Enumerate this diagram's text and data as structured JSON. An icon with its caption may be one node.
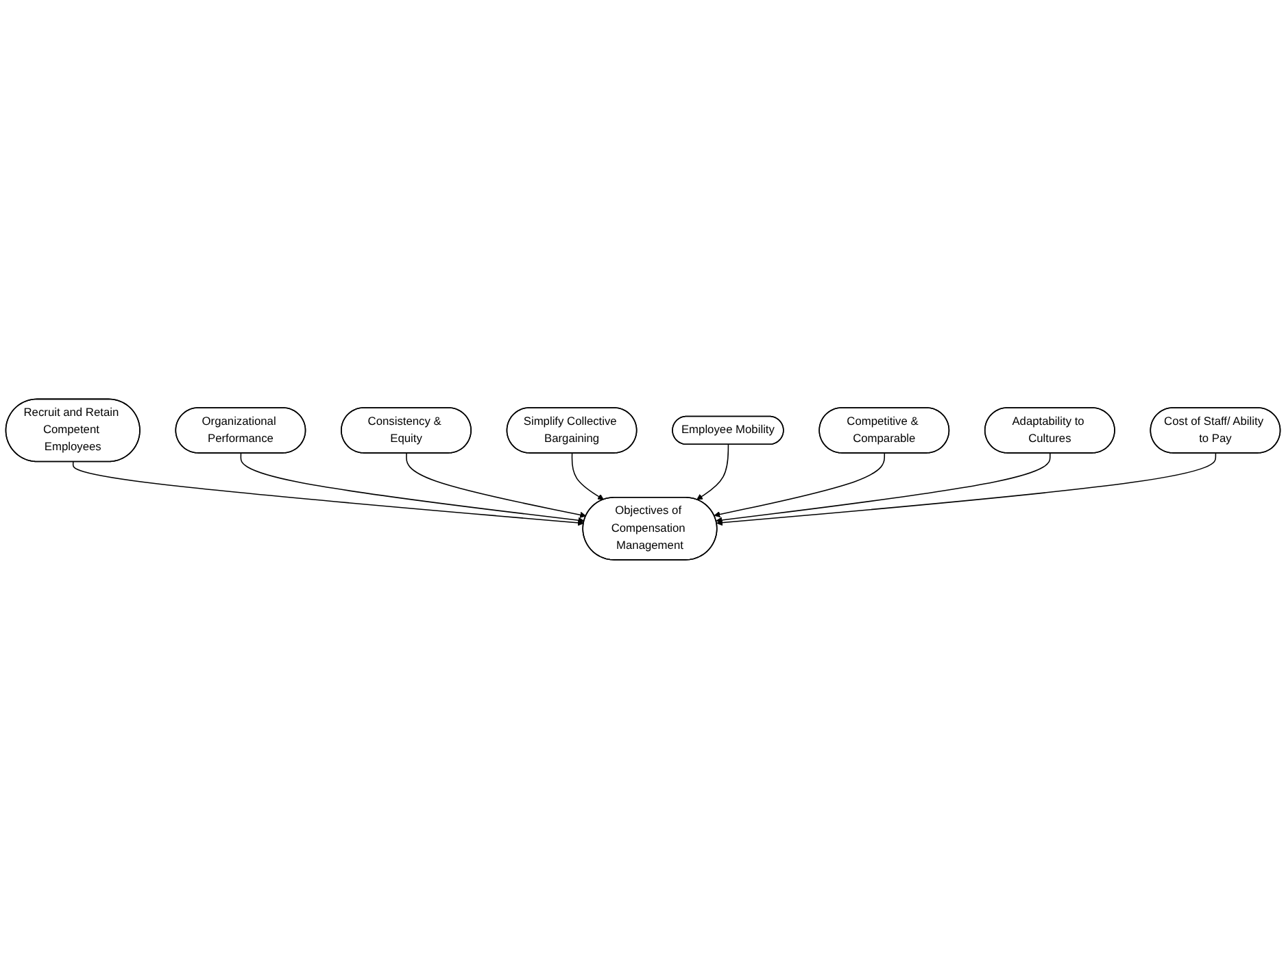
{
  "diagram": {
    "nodes": [
      {
        "text": [
          "Recruit and Retain Competent Employees"
        ]
      },
      {
        "text": [
          "Organizational Performance"
        ]
      },
      {
        "text": [
          "Consistency & Equity"
        ]
      },
      {
        "text": [
          "Simplify Collective Bargaining"
        ]
      },
      {
        "text": [
          "Objectives of Compensation Management"
        ]
      },
      {
        "text": [
          "Employee Mobility"
        ]
      },
      {
        "text": [
          "Competitive & Comparable"
        ]
      },
      {
        "text": [
          "Adaptability to Cultures"
        ]
      },
      {
        "text": [
          "Cost of Staff/ Ability to Pay"
        ]
      }
    ],
    "edges": [
      {
        "from": 0,
        "to": 4,
        "arrow": "to"
      },
      {
        "from": 1,
        "to": 4,
        "arrow": "to"
      },
      {
        "from": 2,
        "to": 4,
        "arrow": "to"
      },
      {
        "from": 3,
        "to": 4,
        "arrow": "to"
      },
      {
        "from": 5,
        "to": 4,
        "arrow": "to"
      },
      {
        "from": 6,
        "to": 4,
        "arrow": "to"
      },
      {
        "from": 7,
        "to": 4,
        "arrow": "to"
      },
      {
        "from": 8,
        "to": 4,
        "arrow": "to"
      }
    ]
  }
}
